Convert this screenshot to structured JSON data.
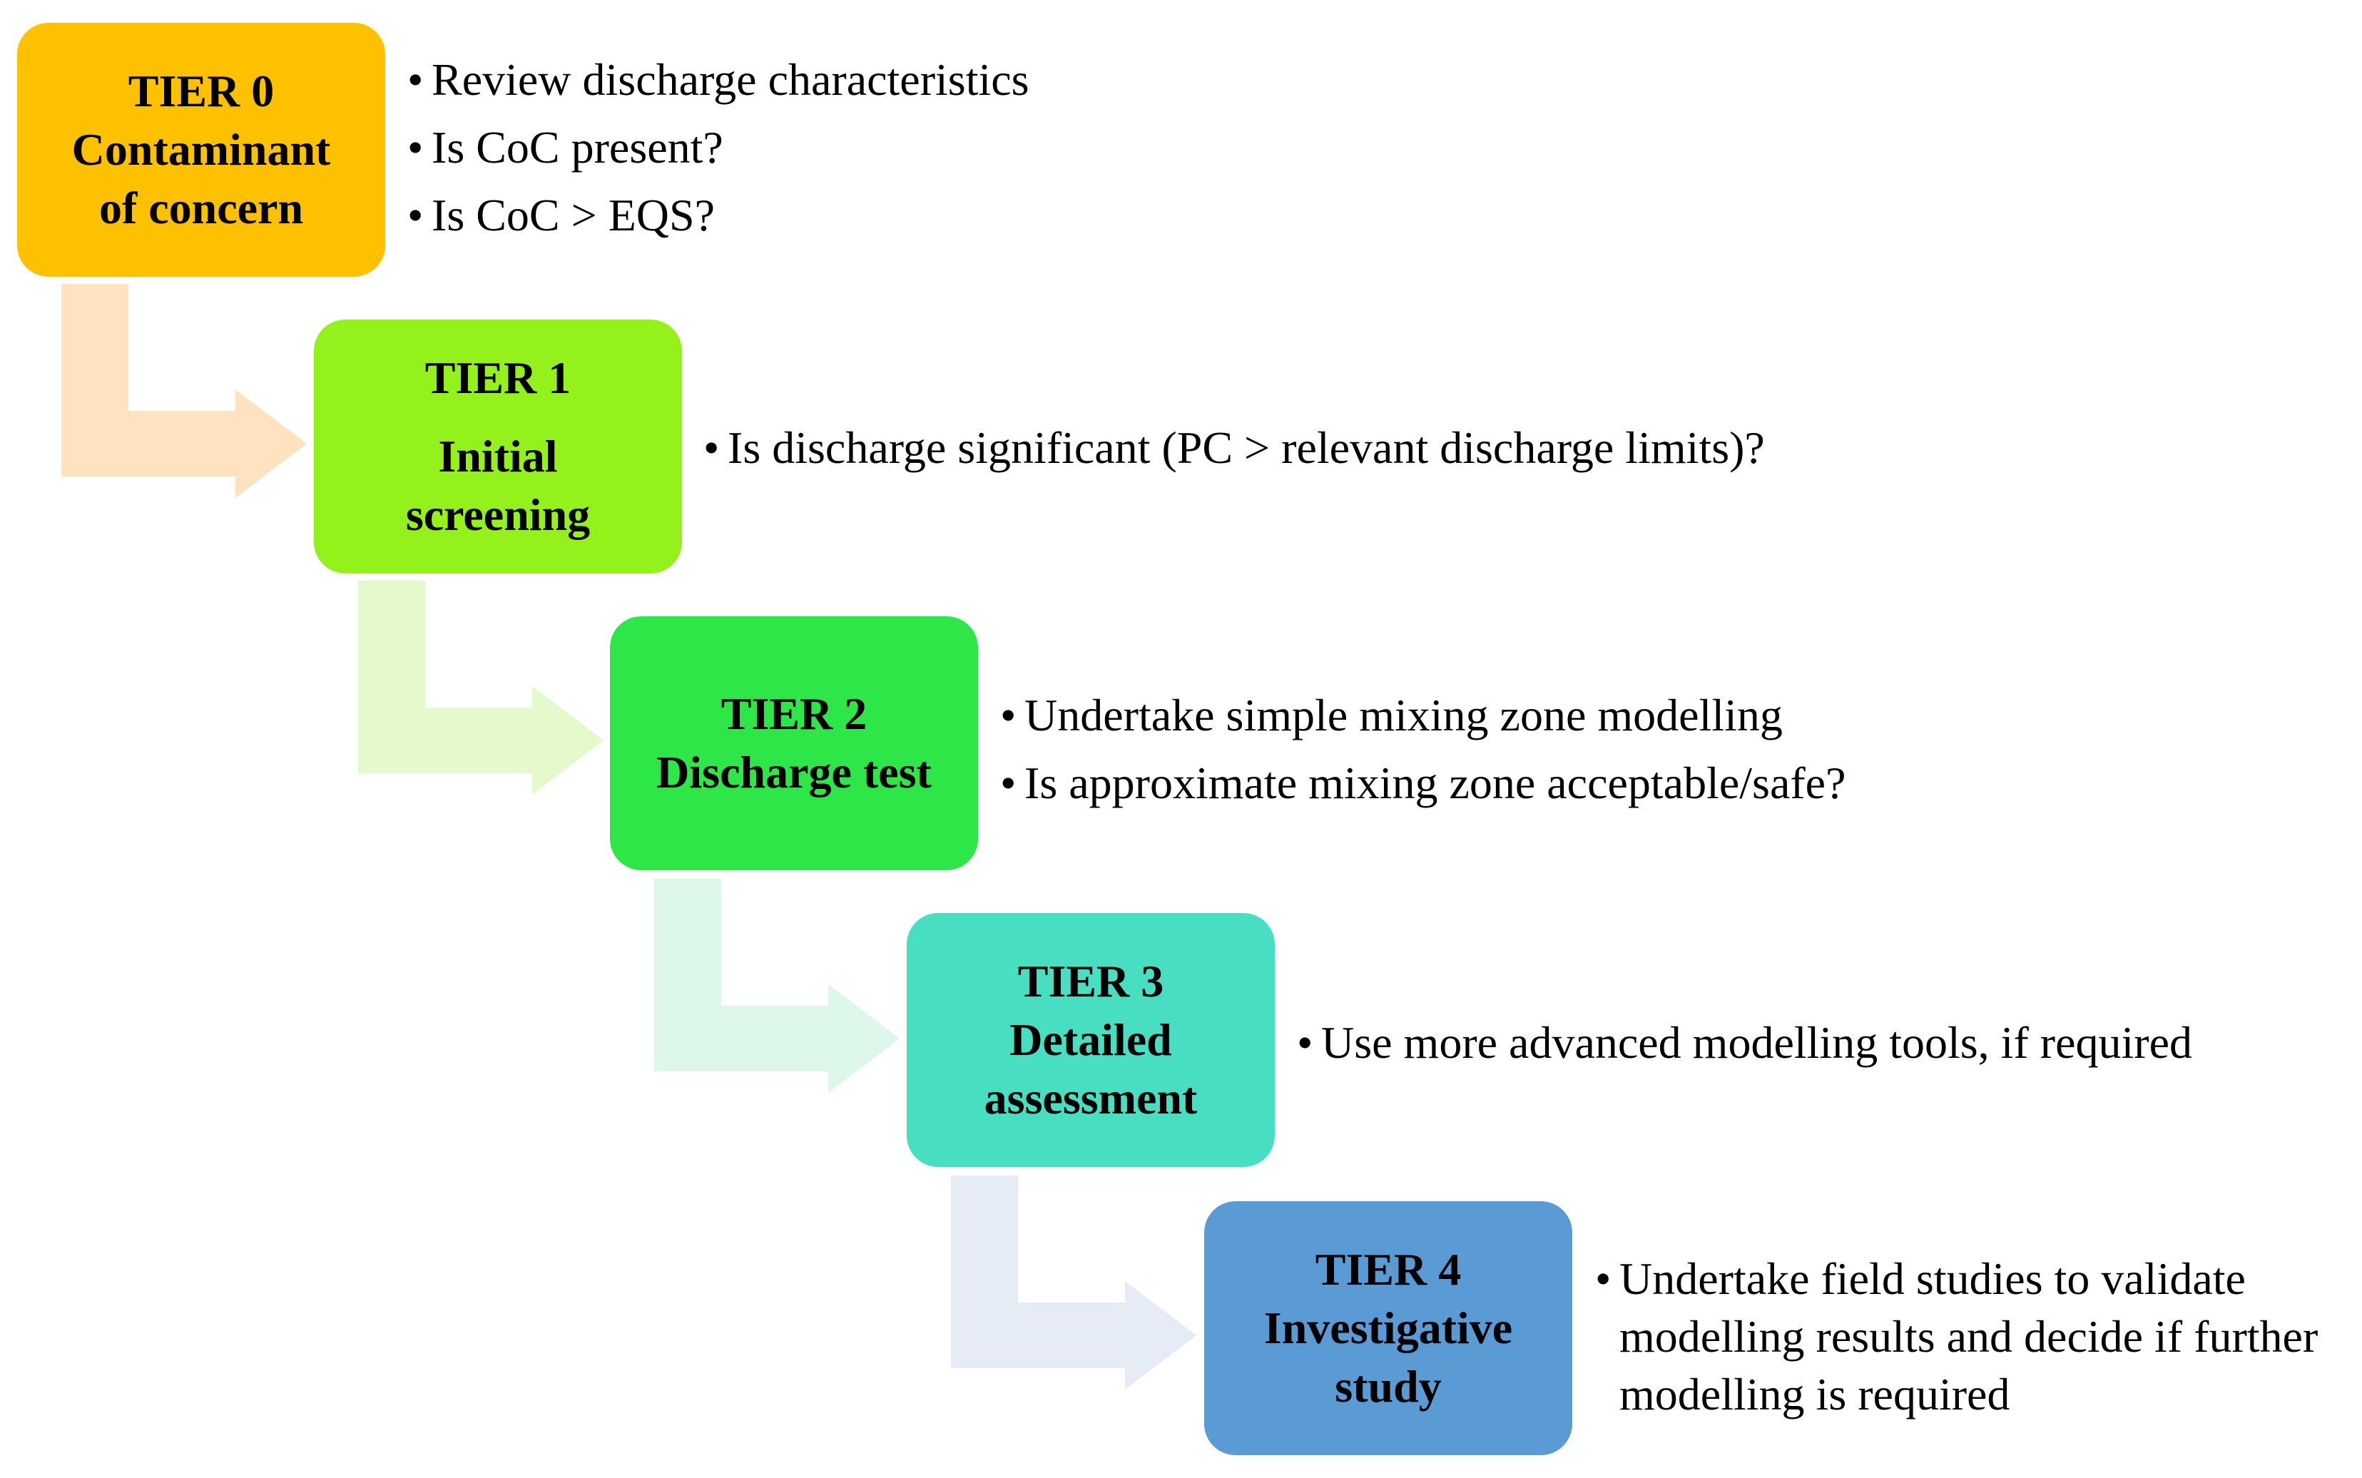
{
  "tiers": [
    {
      "id": "tier-0",
      "title": "TIER 0",
      "lines": [
        "Contaminant",
        "of concern"
      ],
      "color": "#FDC100",
      "arrow_color": "#FFE2C0",
      "bullets": [
        "Review discharge characteristics",
        "Is CoC present?",
        "Is CoC > EQS?"
      ]
    },
    {
      "id": "tier-1",
      "title": "TIER 1",
      "lines": [
        "Initial",
        "screening"
      ],
      "color": "#94F11C",
      "arrow_color": "#E4F9CC",
      "bullets": [
        "Is discharge significant (PC > relevant discharge limits)?"
      ]
    },
    {
      "id": "tier-2",
      "title": "TIER 2",
      "lines": [
        "Discharge test"
      ],
      "color": "#2EE647",
      "arrow_color": "#DDF8EA",
      "bullets": [
        "Undertake simple mixing zone modelling",
        "Is approximate mixing zone acceptable/safe?"
      ]
    },
    {
      "id": "tier-3",
      "title": "TIER 3",
      "lines": [
        "Detailed",
        "assessment"
      ],
      "color": "#47DEC2",
      "arrow_color": "#E6ECF5",
      "bullets": [
        "Use more advanced modelling tools, if required"
      ]
    },
    {
      "id": "tier-4",
      "title": "TIER 4",
      "lines": [
        "Investigative",
        "study"
      ],
      "color": "#5B9BD5",
      "bullets": [
        "Undertake field studies to validate modelling results and decide if further modelling is required"
      ]
    }
  ],
  "bullet_symbol": "•"
}
